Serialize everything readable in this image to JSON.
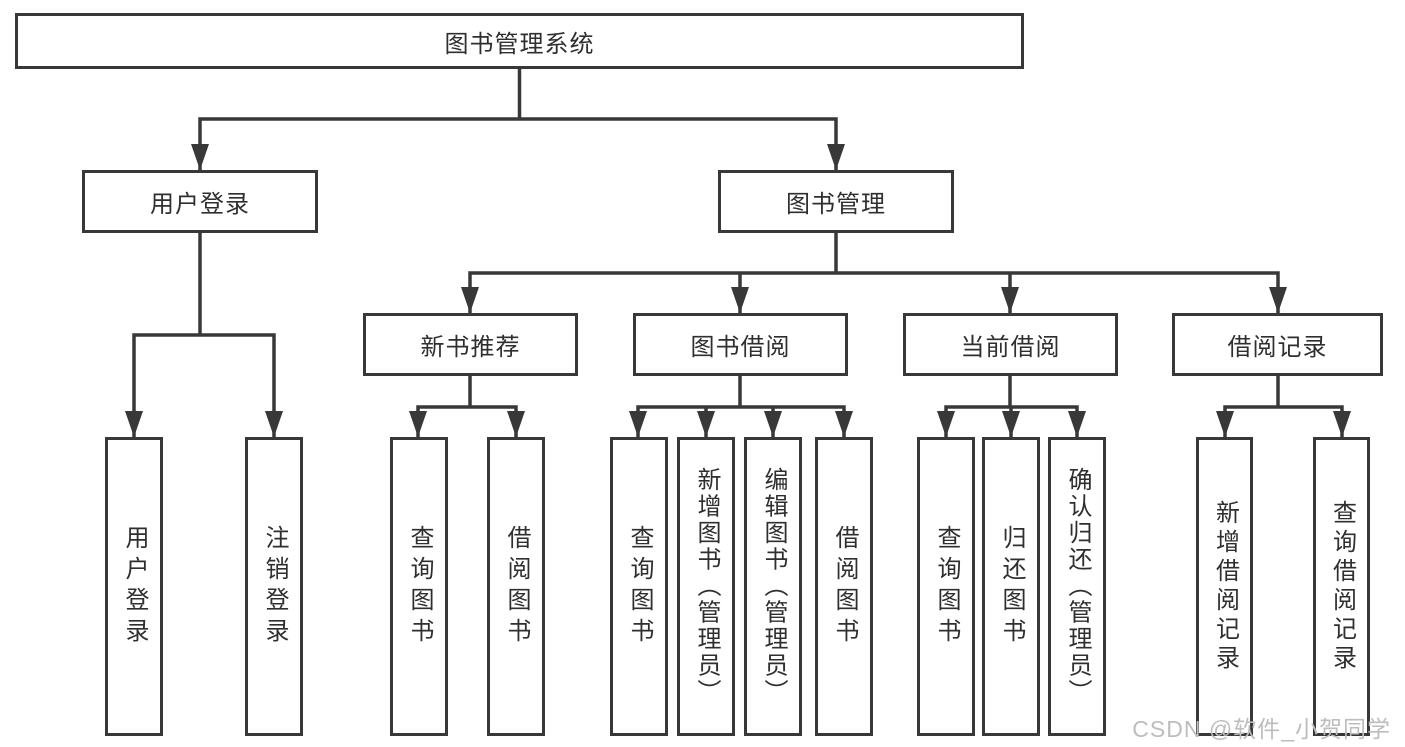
{
  "tree": {
    "label": "图书管理系统",
    "children": [
      {
        "label": "用户登录",
        "children": [
          {
            "label": "用户登录"
          },
          {
            "label": "注销登录"
          }
        ]
      },
      {
        "label": "图书管理",
        "children": [
          {
            "label": "新书推荐",
            "children": [
              {
                "label": "查询图书"
              },
              {
                "label": "借阅图书"
              }
            ]
          },
          {
            "label": "图书借阅",
            "children": [
              {
                "label": "查询图书"
              },
              {
                "label": "新增图书（管理员）"
              },
              {
                "label": "编辑图书（管理员）"
              },
              {
                "label": "借阅图书"
              }
            ]
          },
          {
            "label": "当前借阅",
            "children": [
              {
                "label": "查询图书"
              },
              {
                "label": "归还图书"
              },
              {
                "label": "确认归还（管理员）"
              }
            ]
          },
          {
            "label": "借阅记录",
            "children": [
              {
                "label": "新增借阅记录"
              },
              {
                "label": "查询借阅记录"
              }
            ]
          }
        ]
      }
    ]
  },
  "watermark": {
    "text": "CSDN @软件_小贺同学"
  },
  "colors": {
    "line": "#383838",
    "box_background": "#ffffff",
    "text": "#2f2f2f",
    "watermark": "#bdbdbd"
  }
}
